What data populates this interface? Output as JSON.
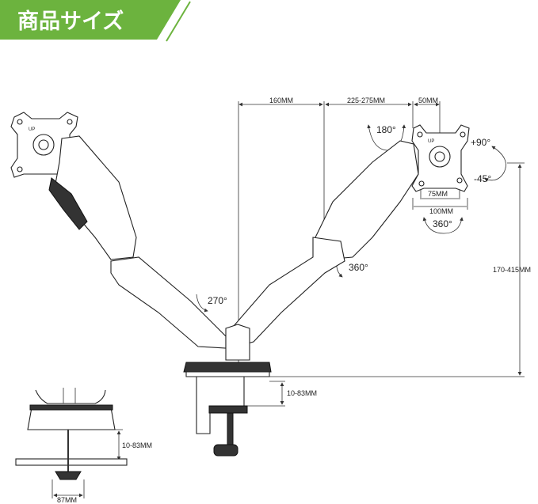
{
  "header": {
    "title": "商品サイズ",
    "accent_color": "#6cb33e"
  },
  "dimensions": {
    "arm_center": "160MM",
    "arm_reach": "225-275MM",
    "plate_offset": "50MM",
    "vesa_small": "75MM",
    "vesa_large": "100MM",
    "height_range": "170-415MM",
    "clamp_range": "10-83MM",
    "grommet_range": "10-83MM",
    "grommet_width": "87MM"
  },
  "angles": {
    "tilt": "180°",
    "tilt_up": "+90°",
    "tilt_down": "-45°",
    "plate_rotation": "360°",
    "arm_rotation": "360°",
    "base_rotation": "270°"
  },
  "plate_labels": {
    "up": "UP"
  }
}
